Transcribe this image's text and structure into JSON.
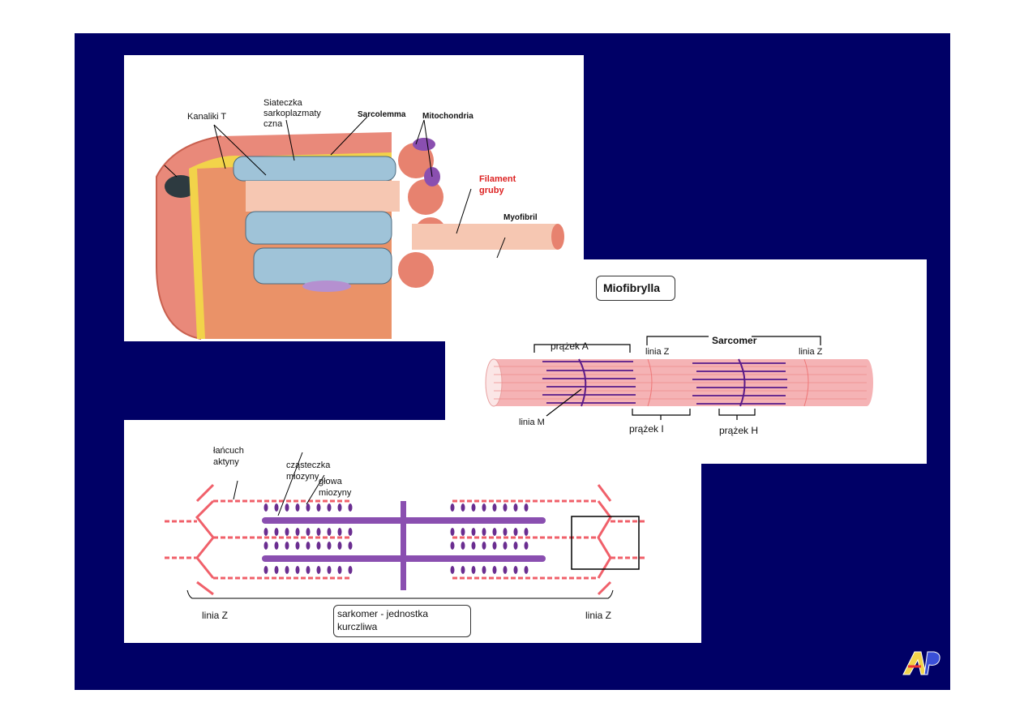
{
  "fiber_panel": {
    "labels": {
      "t_tubules": "Kanaliki T",
      "sr_line1": "Siateczka",
      "sr_line2": "sarkoplazmaty",
      "sr_line3": "czna",
      "sarcolemma": "Sarcolemma",
      "mitochondria": "Mitochondria",
      "thick_filament_line1": "Filament",
      "thick_filament_line2": "gruby",
      "myofibril": "Myofibril"
    }
  },
  "myofibril_panel": {
    "title": "Miofibrylla",
    "labels": {
      "a_band": "prążek A",
      "sarcomere": "Sarcomer",
      "z_line_left": "linia Z",
      "z_line_right": "linia Z",
      "m_line": "linia M",
      "i_band": "prążek I",
      "h_band": "prążek H"
    }
  },
  "sarcomere_panel": {
    "labels": {
      "actin_line1": "łańcuch",
      "actin_line2": "aktyny",
      "myosin_molecule_line1": "cząsteczka",
      "myosin_molecule_line2": "miozyny",
      "myosin_head_line1": "głowa",
      "myosin_head_line2": "miozyny",
      "z_line_left": "linia Z",
      "z_line_right": "linia Z",
      "caption_line1": "sarkomer - jednostka",
      "caption_line2": "kurczliwa"
    }
  },
  "logo": {
    "text": "AP"
  },
  "colors": {
    "slide_bg": "#000066",
    "actin": "#f0606a",
    "myosin": "#8a4fb0",
    "fiber": "#e9897a",
    "sr": "#9fc3d8",
    "ttubule": "#f2d34a"
  }
}
